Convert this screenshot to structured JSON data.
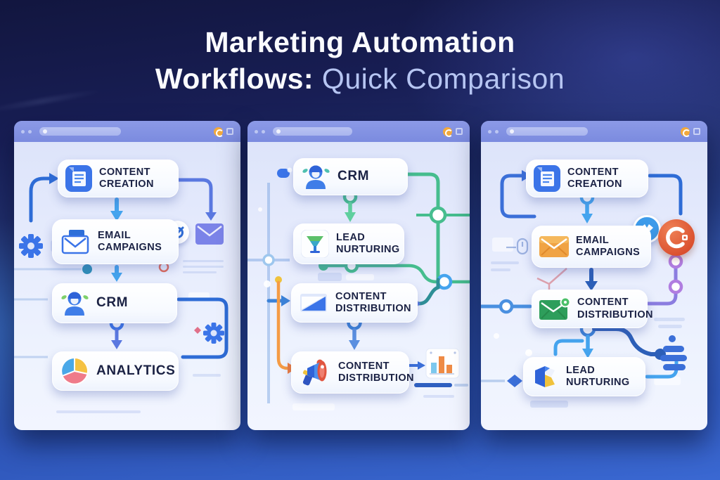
{
  "title": {
    "line1": "Marketing Automation",
    "line2_strong": "Workflows:",
    "line2_light": " Quick Comparison"
  },
  "colors": {
    "background_top": "#12163f",
    "background_bottom": "#3a68d2",
    "panel_chrome": "#7b8bdf",
    "panel_body": "#e7ecfd",
    "card_text": "#1b2244",
    "accent_blue": "#2e6cd6",
    "accent_light_blue": "#45a4ee",
    "accent_green": "#46bd8e",
    "accent_teal": "#2e8f96",
    "accent_orange": "#f59b45",
    "accent_purple": "#8b7de0",
    "accent_red": "#e05540",
    "accent_yellow": "#f0c23c"
  },
  "panels": [
    {
      "id": "workflow-a",
      "steps": [
        {
          "label": "CONTENT CREATION",
          "icon": "document-icon"
        },
        {
          "label": "EMAIL CAMPAIGNS",
          "icon": "envelope-outline-icon"
        },
        {
          "label": "CRM",
          "icon": "person-icon"
        },
        {
          "label": "ANALYTICS",
          "icon": "pie-chart-icon"
        }
      ],
      "decor_icons": [
        "gear-icon",
        "sync-badge-icon",
        "purple-envelope-icon",
        "gear-icon",
        "red-ring-icon"
      ]
    },
    {
      "id": "workflow-b",
      "steps": [
        {
          "label": "CRM",
          "icon": "person-icon"
        },
        {
          "label": "LEAD NURTURING",
          "icon": "funnel-icon"
        },
        {
          "label": "CONTENT DISTRIBUTION",
          "icon": "send-envelope-icon"
        },
        {
          "label": "CONTENT DISTRIBUTION",
          "icon": "megaphone-icon"
        }
      ],
      "decor_icons": [
        "bar-chart-widget-icon"
      ]
    },
    {
      "id": "workflow-c",
      "steps": [
        {
          "label": "CONTENT CREATION",
          "icon": "document-icon"
        },
        {
          "label": "EMAIL CAMPAIGNS",
          "icon": "orange-envelope-icon"
        },
        {
          "label": "CONTENT DISTRIBUTION",
          "icon": "green-envelope-icon"
        },
        {
          "label": "LEAD NURTURING",
          "icon": "cube-icon"
        }
      ],
      "decor_icons": [
        "share-badge-icon",
        "hubspot-badge-icon",
        "list-icon",
        "diamond-node-icon"
      ]
    }
  ]
}
